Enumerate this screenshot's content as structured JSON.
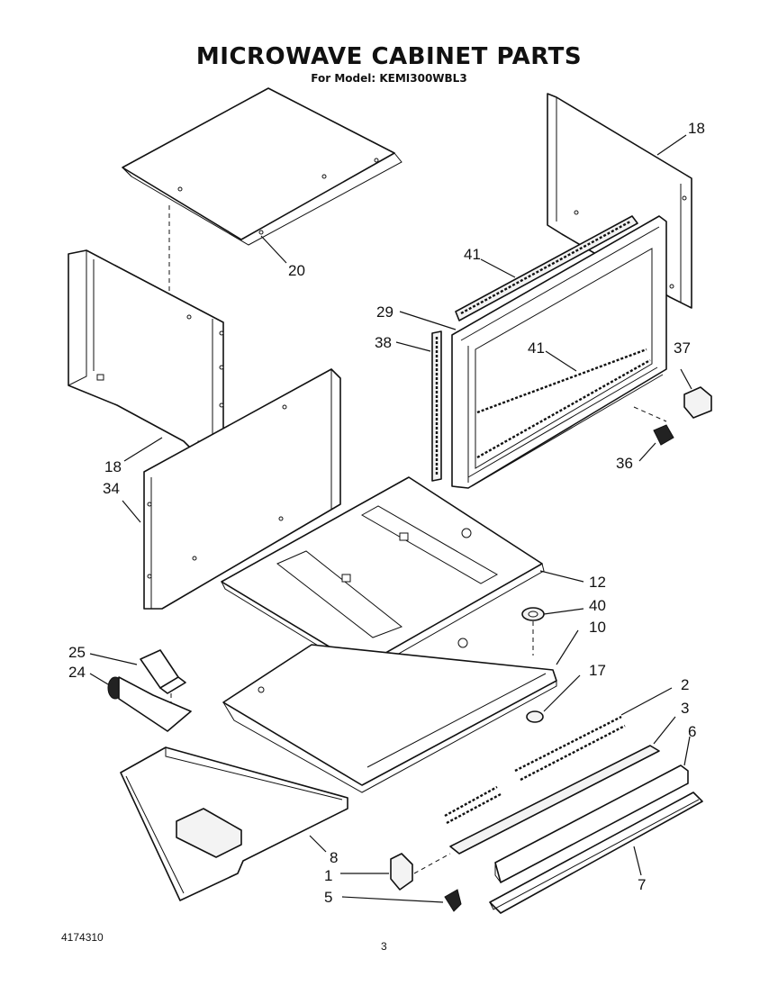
{
  "header": {
    "title": "MICROWAVE CABINET PARTS",
    "subtitle": "For Model: KEMI300WBL3"
  },
  "callouts": [
    "18",
    "41",
    "20",
    "29",
    "38",
    "41",
    "37",
    "18",
    "34",
    "36",
    "12",
    "40",
    "10",
    "25",
    "24",
    "17",
    "2",
    "3",
    "6",
    "8",
    "1",
    "5",
    "7"
  ],
  "footer": {
    "doc_number": "4174310",
    "page_number": "3"
  }
}
